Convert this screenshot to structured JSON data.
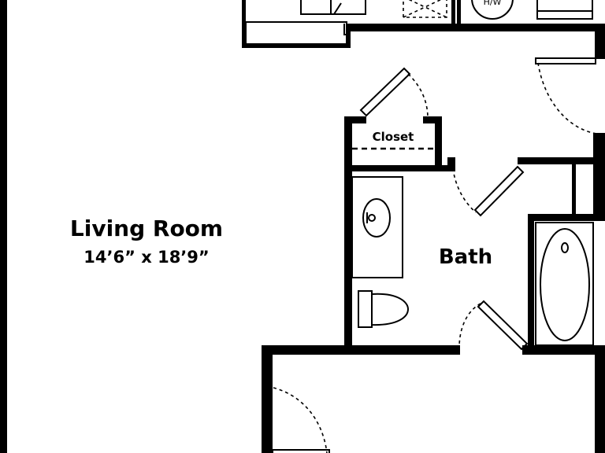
{
  "rooms": {
    "living_room": {
      "name": "Living Room",
      "dimensions": "14’6” x 18’9”"
    },
    "bath": {
      "name": "Bath"
    },
    "closet": {
      "name": "Closet"
    },
    "water_heater": {
      "label": "H/W"
    }
  },
  "colors": {
    "wall": "#000000",
    "background": "#ffffff"
  }
}
